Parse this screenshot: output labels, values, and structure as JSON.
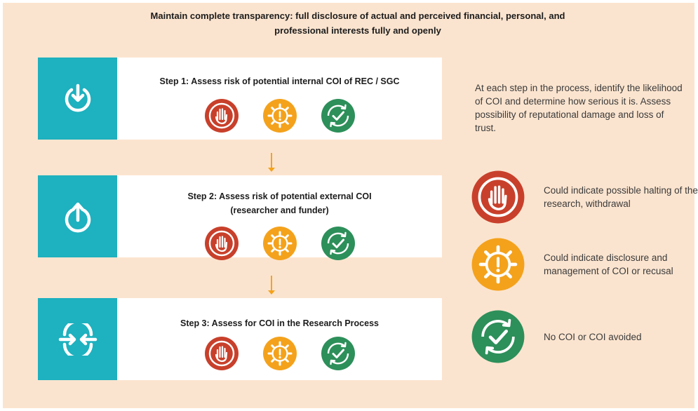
{
  "header": {
    "line1": "Maintain complete transparency: full disclosure of actual and perceived financial, personal, and",
    "line2": "professional interests fully and openly"
  },
  "steps": [
    {
      "title_line1": "Step 1: Assess risk of potential internal COI of REC / SGC",
      "title_line2": "",
      "icon": "power-down-icon"
    },
    {
      "title_line1": "Step 2: Assess risk of potential external COI",
      "title_line2": "(researcher and funder)",
      "icon": "power-up-icon"
    },
    {
      "title_line1": "Step 3: Assess for COI in the Research Process",
      "title_line2": "",
      "icon": "converge-arrows-icon"
    }
  ],
  "side_text": "At each step in the process, identify the likelihood of COI and determine how serious it is. Assess possibility of reputational damage and loss of trust.",
  "legend": [
    {
      "label": "Could indicate possible halting of the research, withdrawal",
      "icon": "stop-hand-icon",
      "color": "#c8402b"
    },
    {
      "label": "Could indicate disclosure and management of COI or recusal",
      "icon": "gear-alert-icon",
      "color": "#f4a21c"
    },
    {
      "label": "No COI or COI avoided",
      "icon": "check-cycle-icon",
      "color": "#2d8f5a"
    }
  ],
  "colors": {
    "background": "#fbe4cf",
    "step_icon_bg": "#1eb1bf",
    "arrow": "#f4a21c"
  }
}
